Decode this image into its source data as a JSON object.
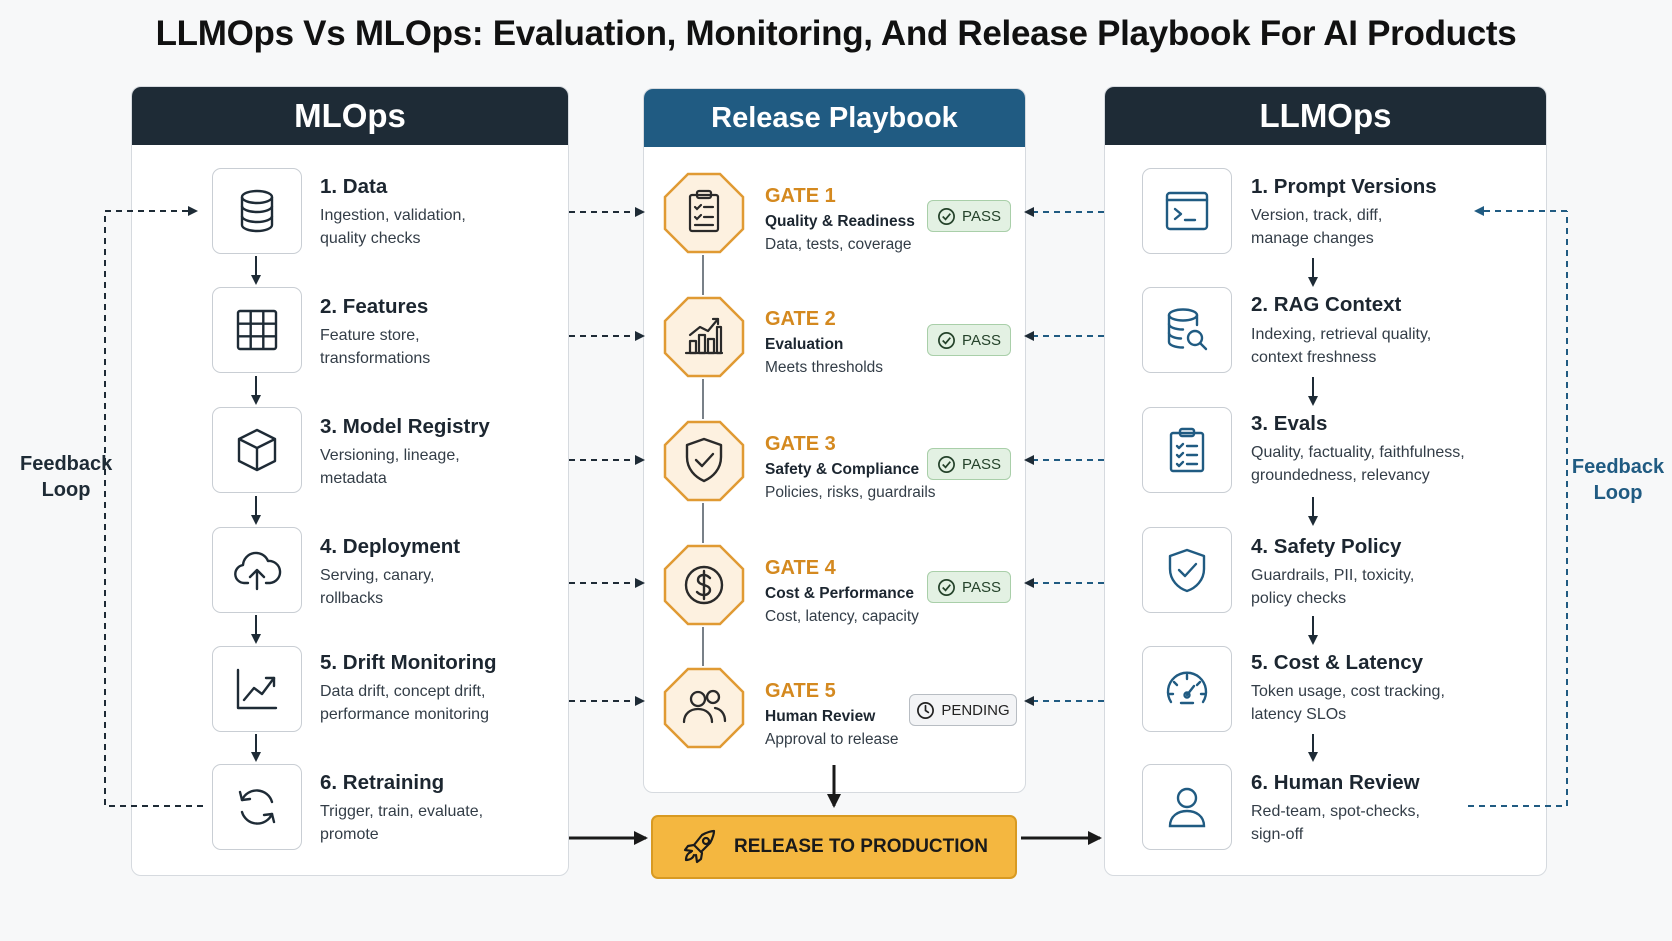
{
  "title": "LLMOps Vs MLOps: Evaluation, Monitoring, And Release Playbook For AI Products",
  "mlops": {
    "header": "MLOps",
    "steps": [
      {
        "title": "1. Data",
        "desc1": "Ingestion, validation,",
        "desc2": "quality checks",
        "icon": "database-icon"
      },
      {
        "title": "2. Features",
        "desc1": "Feature store,",
        "desc2": "transformations",
        "icon": "grid-icon"
      },
      {
        "title": "3. Model Registry",
        "desc1": "Versioning, lineage,",
        "desc2": "metadata",
        "icon": "cube-icon"
      },
      {
        "title": "4. Deployment",
        "desc1": "Serving, canary,",
        "desc2": "rollbacks",
        "icon": "cloud-upload-icon"
      },
      {
        "title": "5. Drift Monitoring",
        "desc1": "Data drift, concept drift,",
        "desc2": "performance monitoring",
        "icon": "trend-chart-icon"
      },
      {
        "title": "6. Retraining",
        "desc1": "Trigger, train, evaluate,",
        "desc2": "promote",
        "icon": "refresh-icon"
      }
    ],
    "feedback_line1": "Feedback",
    "feedback_line2": "Loop"
  },
  "playbook": {
    "header": "Release Playbook",
    "gates": [
      {
        "label": "GATE 1",
        "sub": "Quality & Readiness",
        "desc": "Data, tests, coverage",
        "status": "PASS",
        "icon": "clipboard-icon"
      },
      {
        "label": "GATE 2",
        "sub": "Evaluation",
        "desc": "Meets thresholds",
        "status": "PASS",
        "icon": "bar-chart-icon"
      },
      {
        "label": "GATE 3",
        "sub": "Safety & Compliance",
        "desc": "Policies, risks, guardrails",
        "status": "PASS",
        "icon": "shield-icon"
      },
      {
        "label": "GATE 4",
        "sub": "Cost & Performance",
        "desc": "Cost, latency, capacity",
        "status": "PASS",
        "icon": "dollar-icon"
      },
      {
        "label": "GATE 5",
        "sub": "Human Review",
        "desc": "Approval to release",
        "status": "PENDING",
        "icon": "users-icon"
      }
    ],
    "release": "RELEASE TO PRODUCTION"
  },
  "llmops": {
    "header": "LLMOps",
    "steps": [
      {
        "title": "1. Prompt Versions",
        "desc1": "Version, track, diff,",
        "desc2": "manage changes",
        "icon": "terminal-icon"
      },
      {
        "title": "2. RAG Context",
        "desc1": "Indexing, retrieval quality,",
        "desc2": "context freshness",
        "icon": "database-search-icon"
      },
      {
        "title": "3. Evals",
        "desc1": "Quality, factuality, faithfulness,",
        "desc2": "groundedness, relevancy",
        "icon": "checklist-icon"
      },
      {
        "title": "4. Safety Policy",
        "desc1": "Guardrails, PII, toxicity,",
        "desc2": "policy checks",
        "icon": "shield-check-icon"
      },
      {
        "title": "5. Cost & Latency",
        "desc1": "Token usage, cost tracking,",
        "desc2": "latency SLOs",
        "icon": "gauge-icon"
      },
      {
        "title": "6. Human Review",
        "desc1": "Red-team, spot-checks,",
        "desc2": "sign-off",
        "icon": "user-icon"
      }
    ],
    "feedback_line1": "Feedback",
    "feedback_line2": "Loop"
  },
  "colors": {
    "dark_header": "#1e2b36",
    "blue_header": "#205b82",
    "gate_accent": "#d4891f",
    "gate_fill": "#fdf1e0",
    "pass_bg": "#e3f1e3",
    "release": "#f4b740",
    "loop_blue": "#205b82"
  }
}
